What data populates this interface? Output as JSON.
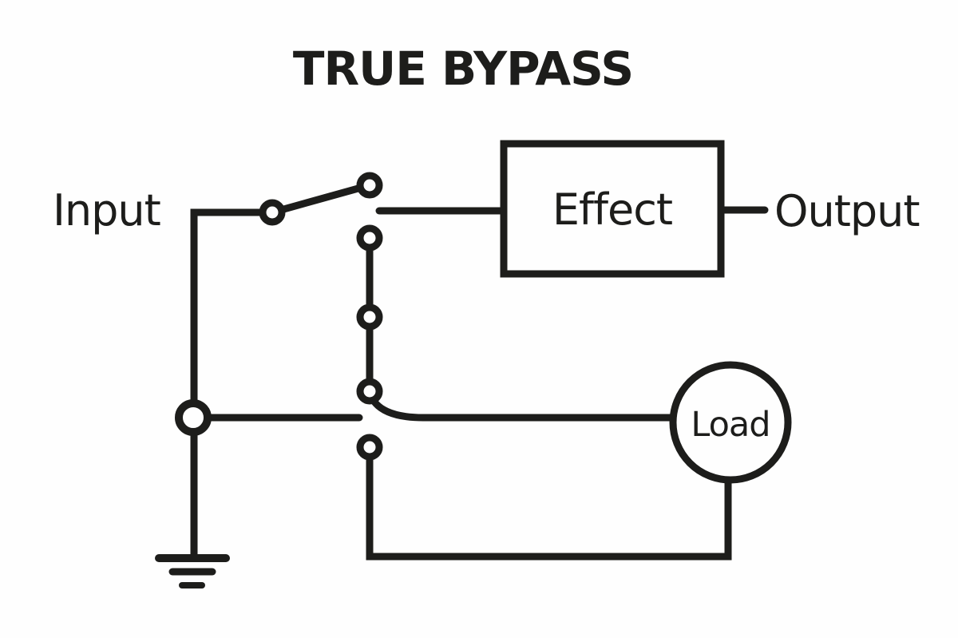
{
  "diagram": {
    "title": "TRUE BYPASS",
    "labels": {
      "input": "Input",
      "output": "Output",
      "effect": "Effect",
      "load": "Load"
    },
    "colors": {
      "line": "#1d1d1b",
      "background": "#fefefe"
    }
  }
}
